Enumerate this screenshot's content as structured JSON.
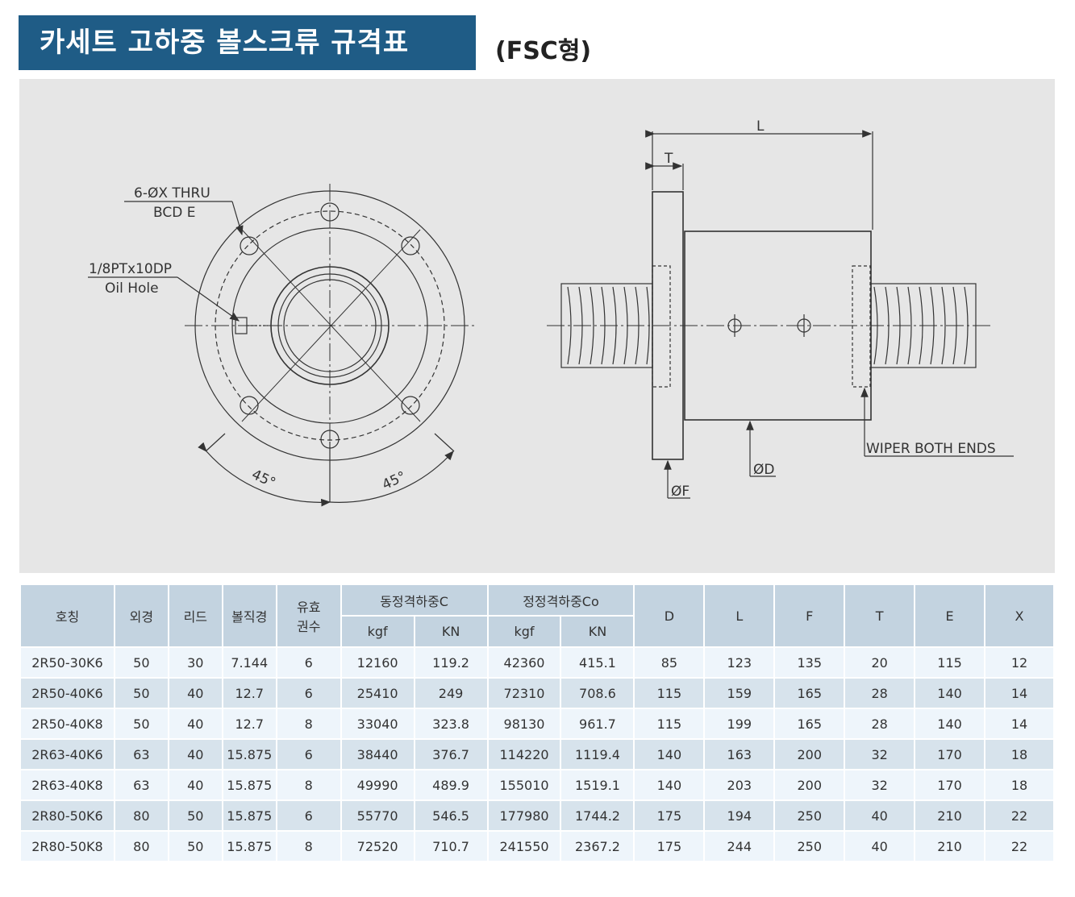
{
  "title": "카세트 고하중 볼스크류 규격표",
  "subtitle": "(FSC형)",
  "drawing": {
    "labels": {
      "thru_holes_1": "6-ØX THRU",
      "thru_holes_2": "BCD E",
      "oil_hole_1": "1/8PTx10DP",
      "oil_hole_2": "Oil Hole",
      "angle_left": "45°",
      "angle_right": "45°",
      "dim_L": "L",
      "dim_T": "T",
      "dim_D": "ØD",
      "dim_F": "ØF",
      "wiper": "WIPER BOTH ENDS"
    }
  },
  "table": {
    "headers": {
      "model": "호칭",
      "outer": "외경",
      "lead": "리드",
      "ball": "볼직경",
      "turns": "유효 권수",
      "dynamic": "동정격하중C",
      "static": "정정격하중Co",
      "kgf": "kgf",
      "kn": "KN",
      "D": "D",
      "L": "L",
      "F": "F",
      "T": "T",
      "E": "E",
      "X": "X"
    },
    "rows": [
      [
        "2R50-30K6",
        "50",
        "30",
        "7.144",
        "6",
        "12160",
        "119.2",
        "42360",
        "415.1",
        "85",
        "123",
        "135",
        "20",
        "115",
        "12"
      ],
      [
        "2R50-40K6",
        "50",
        "40",
        "12.7",
        "6",
        "25410",
        "249",
        "72310",
        "708.6",
        "115",
        "159",
        "165",
        "28",
        "140",
        "14"
      ],
      [
        "2R50-40K8",
        "50",
        "40",
        "12.7",
        "8",
        "33040",
        "323.8",
        "98130",
        "961.7",
        "115",
        "199",
        "165",
        "28",
        "140",
        "14"
      ],
      [
        "2R63-40K6",
        "63",
        "40",
        "15.875",
        "6",
        "38440",
        "376.7",
        "114220",
        "1119.4",
        "140",
        "163",
        "200",
        "32",
        "170",
        "18"
      ],
      [
        "2R63-40K8",
        "63",
        "40",
        "15.875",
        "8",
        "49990",
        "489.9",
        "155010",
        "1519.1",
        "140",
        "203",
        "200",
        "32",
        "170",
        "18"
      ],
      [
        "2R80-50K6",
        "80",
        "50",
        "15.875",
        "6",
        "55770",
        "546.5",
        "177980",
        "1744.2",
        "175",
        "194",
        "250",
        "40",
        "210",
        "22"
      ],
      [
        "2R80-50K8",
        "80",
        "50",
        "15.875",
        "8",
        "72520",
        "710.7",
        "241550",
        "2367.2",
        "175",
        "244",
        "250",
        "40",
        "210",
        "22"
      ]
    ]
  }
}
